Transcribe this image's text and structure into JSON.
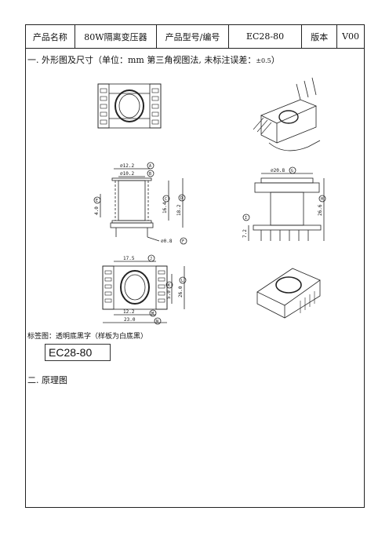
{
  "header": {
    "product_name_label": "产品名称",
    "product_name_value": "80W隔离变压器",
    "model_label": "产品型号/编号",
    "model_value": "EC28-80",
    "version_label": "版本",
    "version_value": "V00"
  },
  "section1": {
    "title": "一. 外形图及尺寸（单位：mm 第三角视图法, 未标注误差：",
    "tolerance": "±0.5",
    "close": "）"
  },
  "dimensions": {
    "top_dia_outer": "⌀12.2",
    "top_dia_inner": "⌀10.2",
    "left_height": "4.0",
    "mid_height": "16.4",
    "right_height": "18.2",
    "pin_dia": "⌀0.8",
    "side_dia": "⌀20.8",
    "side_pin": "7.2",
    "side_height": "26.6",
    "bottom_top_width": "17.5",
    "bottom_k": "5.0",
    "bottom_l": "26.0",
    "bottom_inner_width": "12.2",
    "bottom_outer_width": "23.0",
    "markers": [
      "A",
      "B",
      "C",
      "D",
      "E",
      "F",
      "G",
      "H",
      "I",
      "J",
      "K",
      "L",
      "M",
      "N"
    ]
  },
  "label": {
    "note": "标签图：透明底黑字（样板为白底黑）",
    "text": "EC28-80"
  },
  "section2": {
    "title": "二. 原理图"
  }
}
